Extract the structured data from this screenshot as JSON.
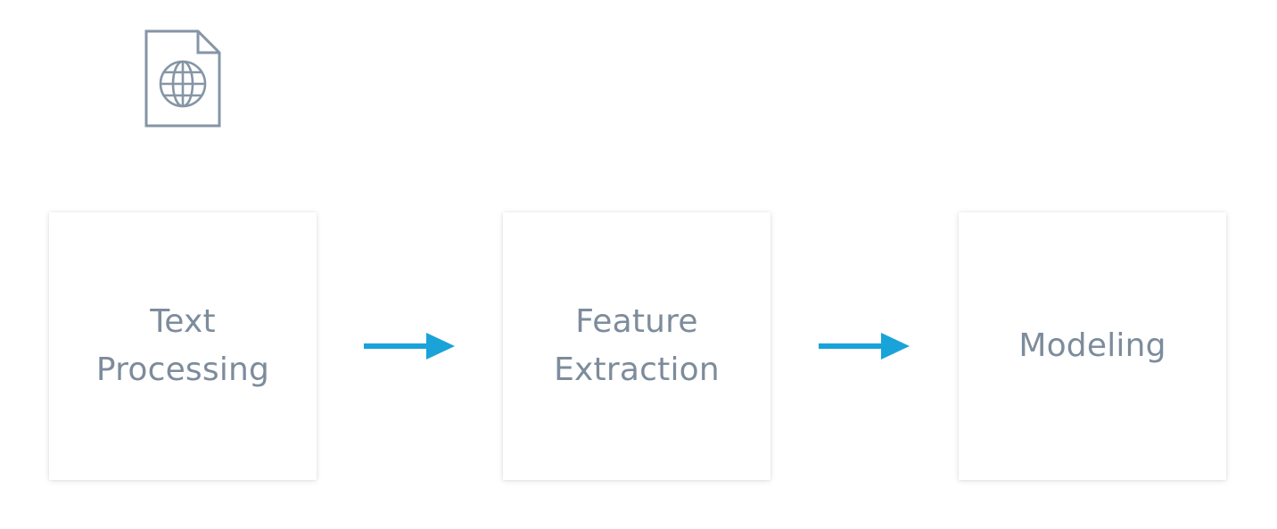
{
  "diagram": {
    "document_icon": "web-document-icon",
    "stages": [
      {
        "label": "Text\nProcessing"
      },
      {
        "label": "Feature\nExtraction"
      },
      {
        "label": "Modeling"
      }
    ],
    "arrow_icon": "right-arrow-icon"
  },
  "colors": {
    "arrow": "#1aa3d9",
    "text": "#7d8c9c",
    "icon": "#8595a5"
  }
}
